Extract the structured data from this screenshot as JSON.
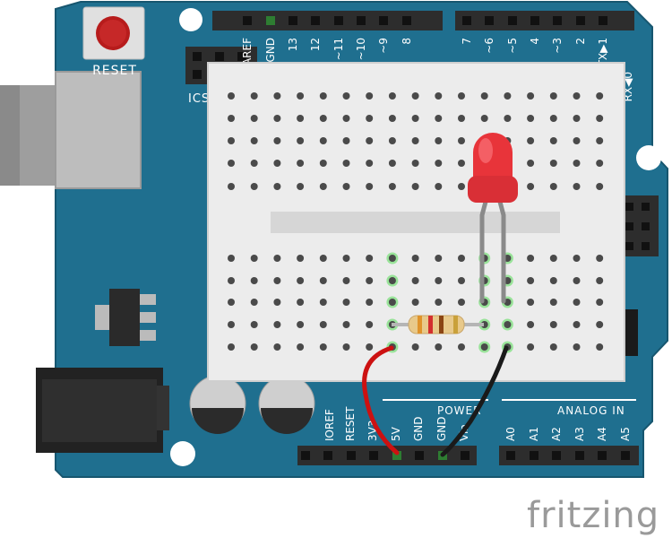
{
  "board": {
    "reset_label": "RESET",
    "icsp_label": "ICS",
    "rx_label": "RX◀0",
    "digital_pins": [
      "AREF",
      "GND",
      "13",
      "12",
      "~11",
      "~10",
      "~9",
      "8",
      "7",
      "~6",
      "~5",
      "4",
      "~3",
      "2",
      "TX▶1",
      "RX◀0"
    ],
    "power_header_label": "POWER",
    "analog_header_label": "ANALOG IN",
    "power_pins": [
      "IOREF",
      "RESET",
      "3V3",
      "5V",
      "GND",
      "GND",
      "Vin"
    ],
    "analog_pins": [
      "A0",
      "A1",
      "A2",
      "A3",
      "A4",
      "A5"
    ]
  },
  "components": {
    "led_color": "#e8343a",
    "resistor_bands": [
      "#e0932b",
      "#d32f2f",
      "#8b4513",
      "#c9a13b"
    ],
    "wire_5v_color": "#cc1111",
    "wire_gnd_color": "#1a1a1a",
    "board_color": "#1f6f8f"
  },
  "branding": {
    "logo_text": "fritzing"
  }
}
